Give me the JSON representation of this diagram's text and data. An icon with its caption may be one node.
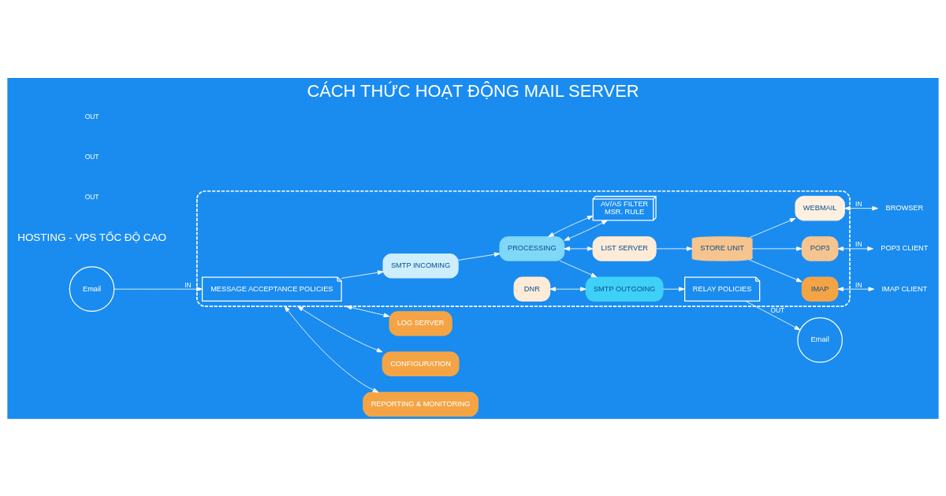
{
  "diagram": {
    "title": "CÁCH THỨC HOẠT ĐỘNG MAIL SERVER",
    "nodes": [
      {
        "text": [],
        "shape": "box"
      },
      {
        "text": [
          "Email"
        ]
      },
      {
        "text": [
          "MESSAGE ACCEPTANCE POLICIES"
        ],
        "in": 0
      },
      {
        "text": [
          "SMTP INCOMING"
        ],
        "in": 0
      },
      {
        "text": [
          "AV/AS FILTER",
          "MSR. RULE"
        ],
        "in": 0
      },
      {
        "text": [
          "PROCESSING"
        ],
        "in": 0
      },
      {
        "text": [
          "DNR"
        ],
        "in": 0
      },
      {
        "text": [
          "SMTP OUTGOING"
        ],
        "in": 0
      },
      {
        "text": [
          "LIST SERVER"
        ],
        "in": 0
      },
      {
        "text": [
          "STORE UNIT"
        ],
        "in": 0
      },
      {
        "text": [
          "RELAY POLICIES"
        ],
        "in": 0
      },
      {
        "text": [
          "Email"
        ]
      },
      {
        "text": [
          "WEBMAIL"
        ],
        "in": 0
      },
      {
        "text": [
          "POP3"
        ],
        "in": 0
      },
      {
        "text": [
          "IMAP"
        ],
        "in": 0
      },
      {
        "text": [
          "BROWSER"
        ]
      },
      {
        "text": [
          "POP3 CLIENT"
        ]
      },
      {
        "text": [
          "IMAP CLIENT"
        ]
      },
      {
        "text": [
          "LOG SERVER"
        ]
      },
      {
        "text": [
          "CONFIGURATION"
        ]
      },
      {
        "text": [
          "REPORTING & MONITORING"
        ]
      }
    ],
    "edges": [
      {
        "from": 1,
        "to": 2,
        "arrow": "to",
        "label": "IN"
      },
      {
        "from": 2,
        "to": 3,
        "arrow": "to"
      },
      {
        "from": 3,
        "to": 5,
        "arrow": "to"
      },
      {
        "from": 5,
        "to": 4,
        "arrow": "both"
      },
      {
        "from": 5,
        "to": 4,
        "arrow": "both"
      },
      {
        "from": 6,
        "to": 7,
        "arrow": "both"
      },
      {
        "from": 5,
        "to": 7,
        "arrow": "to"
      },
      {
        "from": 5,
        "to": 8,
        "arrow": "both"
      },
      {
        "from": 8,
        "to": 9,
        "arrow": "to"
      },
      {
        "from": 7,
        "to": 10,
        "arrow": "to"
      },
      {
        "from": 10,
        "to": 11,
        "arrow": "to",
        "label": "OUT"
      },
      {
        "from": 9,
        "to": 12,
        "arrow": "to"
      },
      {
        "from": 9,
        "to": 13,
        "arrow": "to"
      },
      {
        "from": 9,
        "to": 14,
        "arrow": "to"
      },
      {
        "from": 12,
        "to": 15,
        "arrow": "both",
        "label": "IN"
      },
      {
        "from": 13,
        "to": 16,
        "arrow": "both",
        "label": "IN"
      },
      {
        "from": 14,
        "to": 17,
        "arrow": "both",
        "label": "IN"
      },
      {
        "from": 0,
        "to": 18,
        "arrow": "both"
      },
      {
        "from": 0,
        "to": 19,
        "arrow": "both"
      },
      {
        "from": 0,
        "to": 20,
        "arrow": "both"
      }
    ],
    "labels": [
      "HOSTING - VPS TỐC ĐỘ CAO",
      "OUT",
      "OUT",
      "OUT"
    ]
  }
}
